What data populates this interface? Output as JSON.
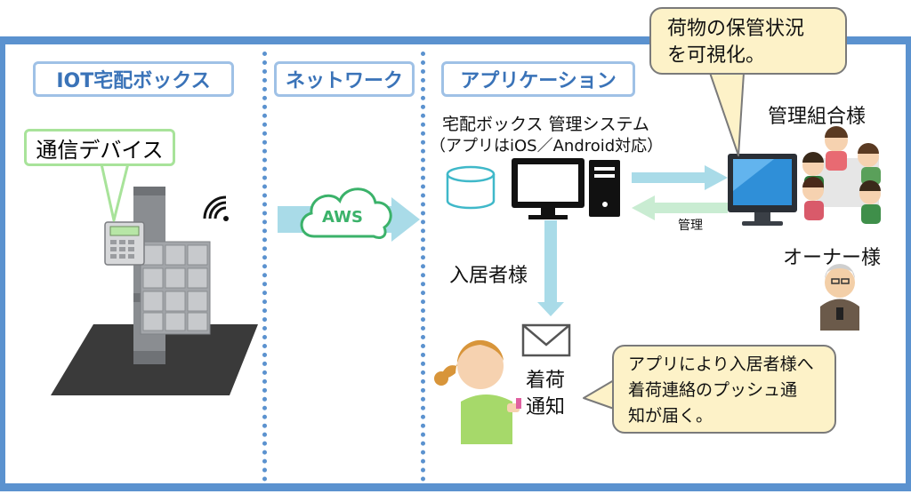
{
  "sections": {
    "iot": "IOT宅配ボックス",
    "network": "ネットワーク",
    "application": "アプリケーション"
  },
  "device_label": "通信デバイス",
  "cloud_label": "AWS",
  "system": {
    "line1": "宅配ボックス 管理システム",
    "line2": "（アプリはiOS／Android対応）"
  },
  "manage_label": "管理",
  "union_label": "管理組合様",
  "owner_label": "オーナー様",
  "resident_label": "入居者様",
  "notice": {
    "line1": "着荷",
    "line2": "通知"
  },
  "callout_top": {
    "line1": "荷物の保管状況",
    "line2": "を可視化。"
  },
  "callout_bottom": {
    "line1": "アプリにより入居者様へ",
    "line2": "着荷連絡のプッシュ通",
    "line3": "知が届く。"
  },
  "colors": {
    "frame": "#5b92cf",
    "label_border": "#9fc1e6",
    "label_text": "#3a73b8",
    "arrow": "#a9dbe8",
    "cloud": "#3bb26a",
    "callout_fill": "#fdf2c8",
    "device_border": "#a8e39a"
  },
  "icons": [
    "wifi-icon",
    "cloud-icon",
    "database-icon",
    "monitor-icon",
    "pc-tower-icon",
    "envelope-icon",
    "big-monitor-icon"
  ]
}
